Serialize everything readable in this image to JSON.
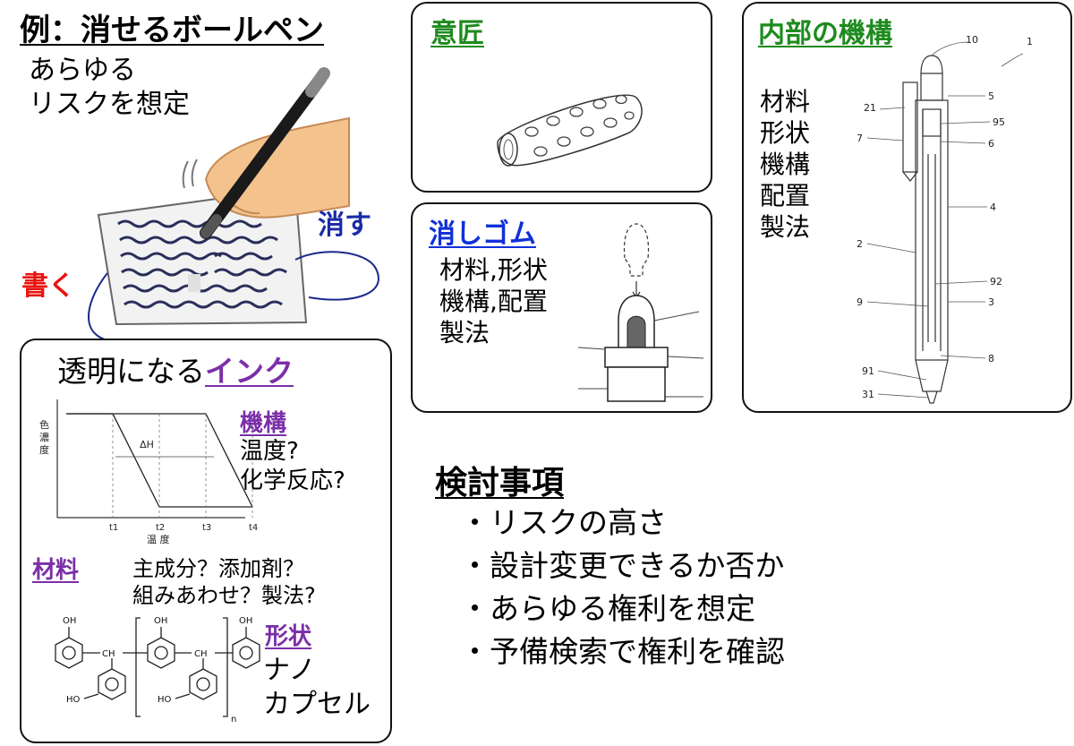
{
  "title": "例：消せるボールペン",
  "risk_lines": [
    "あらゆる",
    "リスクを想定"
  ],
  "illustration": {
    "erase_label": "消す",
    "write_label": "書く"
  },
  "design_box": {
    "heading": "意匠"
  },
  "eraser_box": {
    "heading": "消しゴム",
    "lines": [
      "材料,形状",
      "機構,配置",
      "製法"
    ]
  },
  "mechanism_box": {
    "heading": "内部の機構",
    "lines": [
      "材料",
      "形状",
      "機構",
      "配置",
      "製法"
    ],
    "callouts": [
      "10",
      "1",
      "21",
      "5",
      "95",
      "7",
      "6",
      "4",
      "2",
      "92",
      "9",
      "3",
      "8",
      "91",
      "31"
    ]
  },
  "ink_box": {
    "heading_plain": "透明になる",
    "heading_accent": "インク",
    "mech_label": "機構",
    "mech_lines": [
      "温度?",
      "化学反応?"
    ],
    "material_label": "材料",
    "material_lines": [
      "主成分？添加剤？",
      "組みあわせ？製法?"
    ],
    "shape_label": "形状",
    "shape_lines": [
      "ナノ",
      "カプセル"
    ]
  },
  "chart_data": {
    "type": "line",
    "title": "",
    "xlabel": "温 度",
    "ylabel": "色濃度",
    "x_ticks": [
      "t1",
      "t2",
      "t3",
      "t4"
    ],
    "annotation": "ΔH",
    "series": [
      {
        "points": [
          [
            0,
            1
          ],
          [
            1,
            1
          ],
          [
            2,
            0
          ],
          [
            4,
            0
          ]
        ]
      },
      {
        "points": [
          [
            0,
            1
          ],
          [
            3,
            1
          ],
          [
            4,
            0
          ]
        ]
      }
    ]
  },
  "structure": {
    "oh": "OH",
    "ho": "HO",
    "ch": "CH",
    "n": "n"
  },
  "considerations": {
    "heading": "検討事項",
    "items": [
      "リスクの高さ",
      "設計変更できるか否か",
      "あらゆる権利を想定",
      "予備検索で権利を確認"
    ]
  },
  "colors": {
    "green": "#1e8b1e",
    "purple": "#7b2fa8",
    "blue": "#1030d8",
    "red": "#e8140f",
    "navy": "#1a2aa8"
  }
}
